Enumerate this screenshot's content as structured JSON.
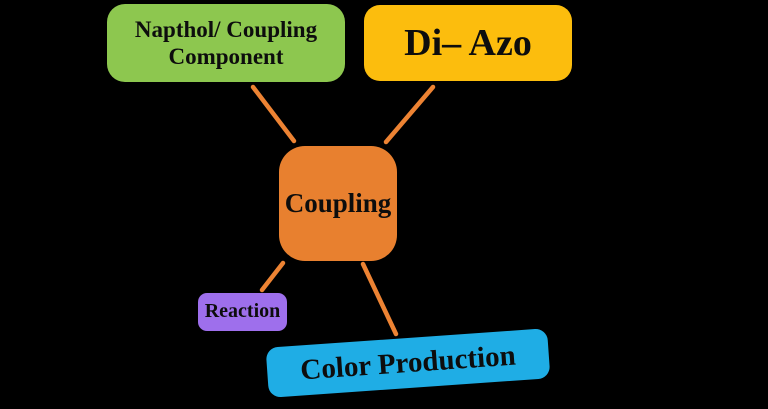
{
  "canvas": {
    "background": "#000000"
  },
  "diagram": {
    "connector_color": "#ED8333",
    "text_color": "#0D0D0D",
    "nodes": [
      {
        "id": "napthol-coupling-component",
        "label": "Napthol/ Coupling Component",
        "fill": "#8DC74F"
      },
      {
        "id": "di-azo",
        "label": "Di– Azo",
        "fill": "#FCBD0D"
      },
      {
        "id": "coupling",
        "label": "Coupling",
        "fill": "#E8802F"
      },
      {
        "id": "reaction",
        "label": "Reaction",
        "fill": "#9E6FEC"
      },
      {
        "id": "color-production",
        "label": "Color Production",
        "fill": "#1FADE5"
      }
    ],
    "connections": [
      {
        "from": "napthol-coupling-component",
        "to": "coupling"
      },
      {
        "from": "di-azo",
        "to": "coupling"
      },
      {
        "from": "coupling",
        "to": "reaction"
      },
      {
        "from": "coupling",
        "to": "color-production"
      }
    ]
  }
}
